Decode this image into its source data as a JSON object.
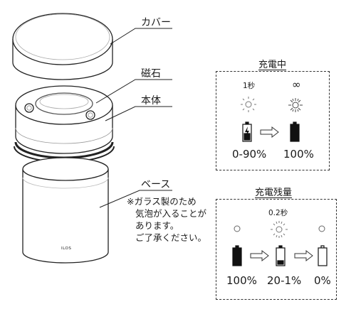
{
  "parts": {
    "cover": "カバー",
    "magnet": "磁石",
    "body": "本体",
    "base": "ベース"
  },
  "base_note": [
    "※ガラス製のため",
    "気泡が入ることが",
    "あります。",
    "ご了承ください。"
  ],
  "brand_mark": "ILOS",
  "charging": {
    "title": "充電中",
    "blink_label": "1秒",
    "steady_label": "∞",
    "from_level": "0-90%",
    "to_level": "100%"
  },
  "remaining": {
    "title": "充電残量",
    "blink_label": "0.2秒",
    "levels": [
      "100%",
      "20-1%",
      "0%"
    ]
  }
}
